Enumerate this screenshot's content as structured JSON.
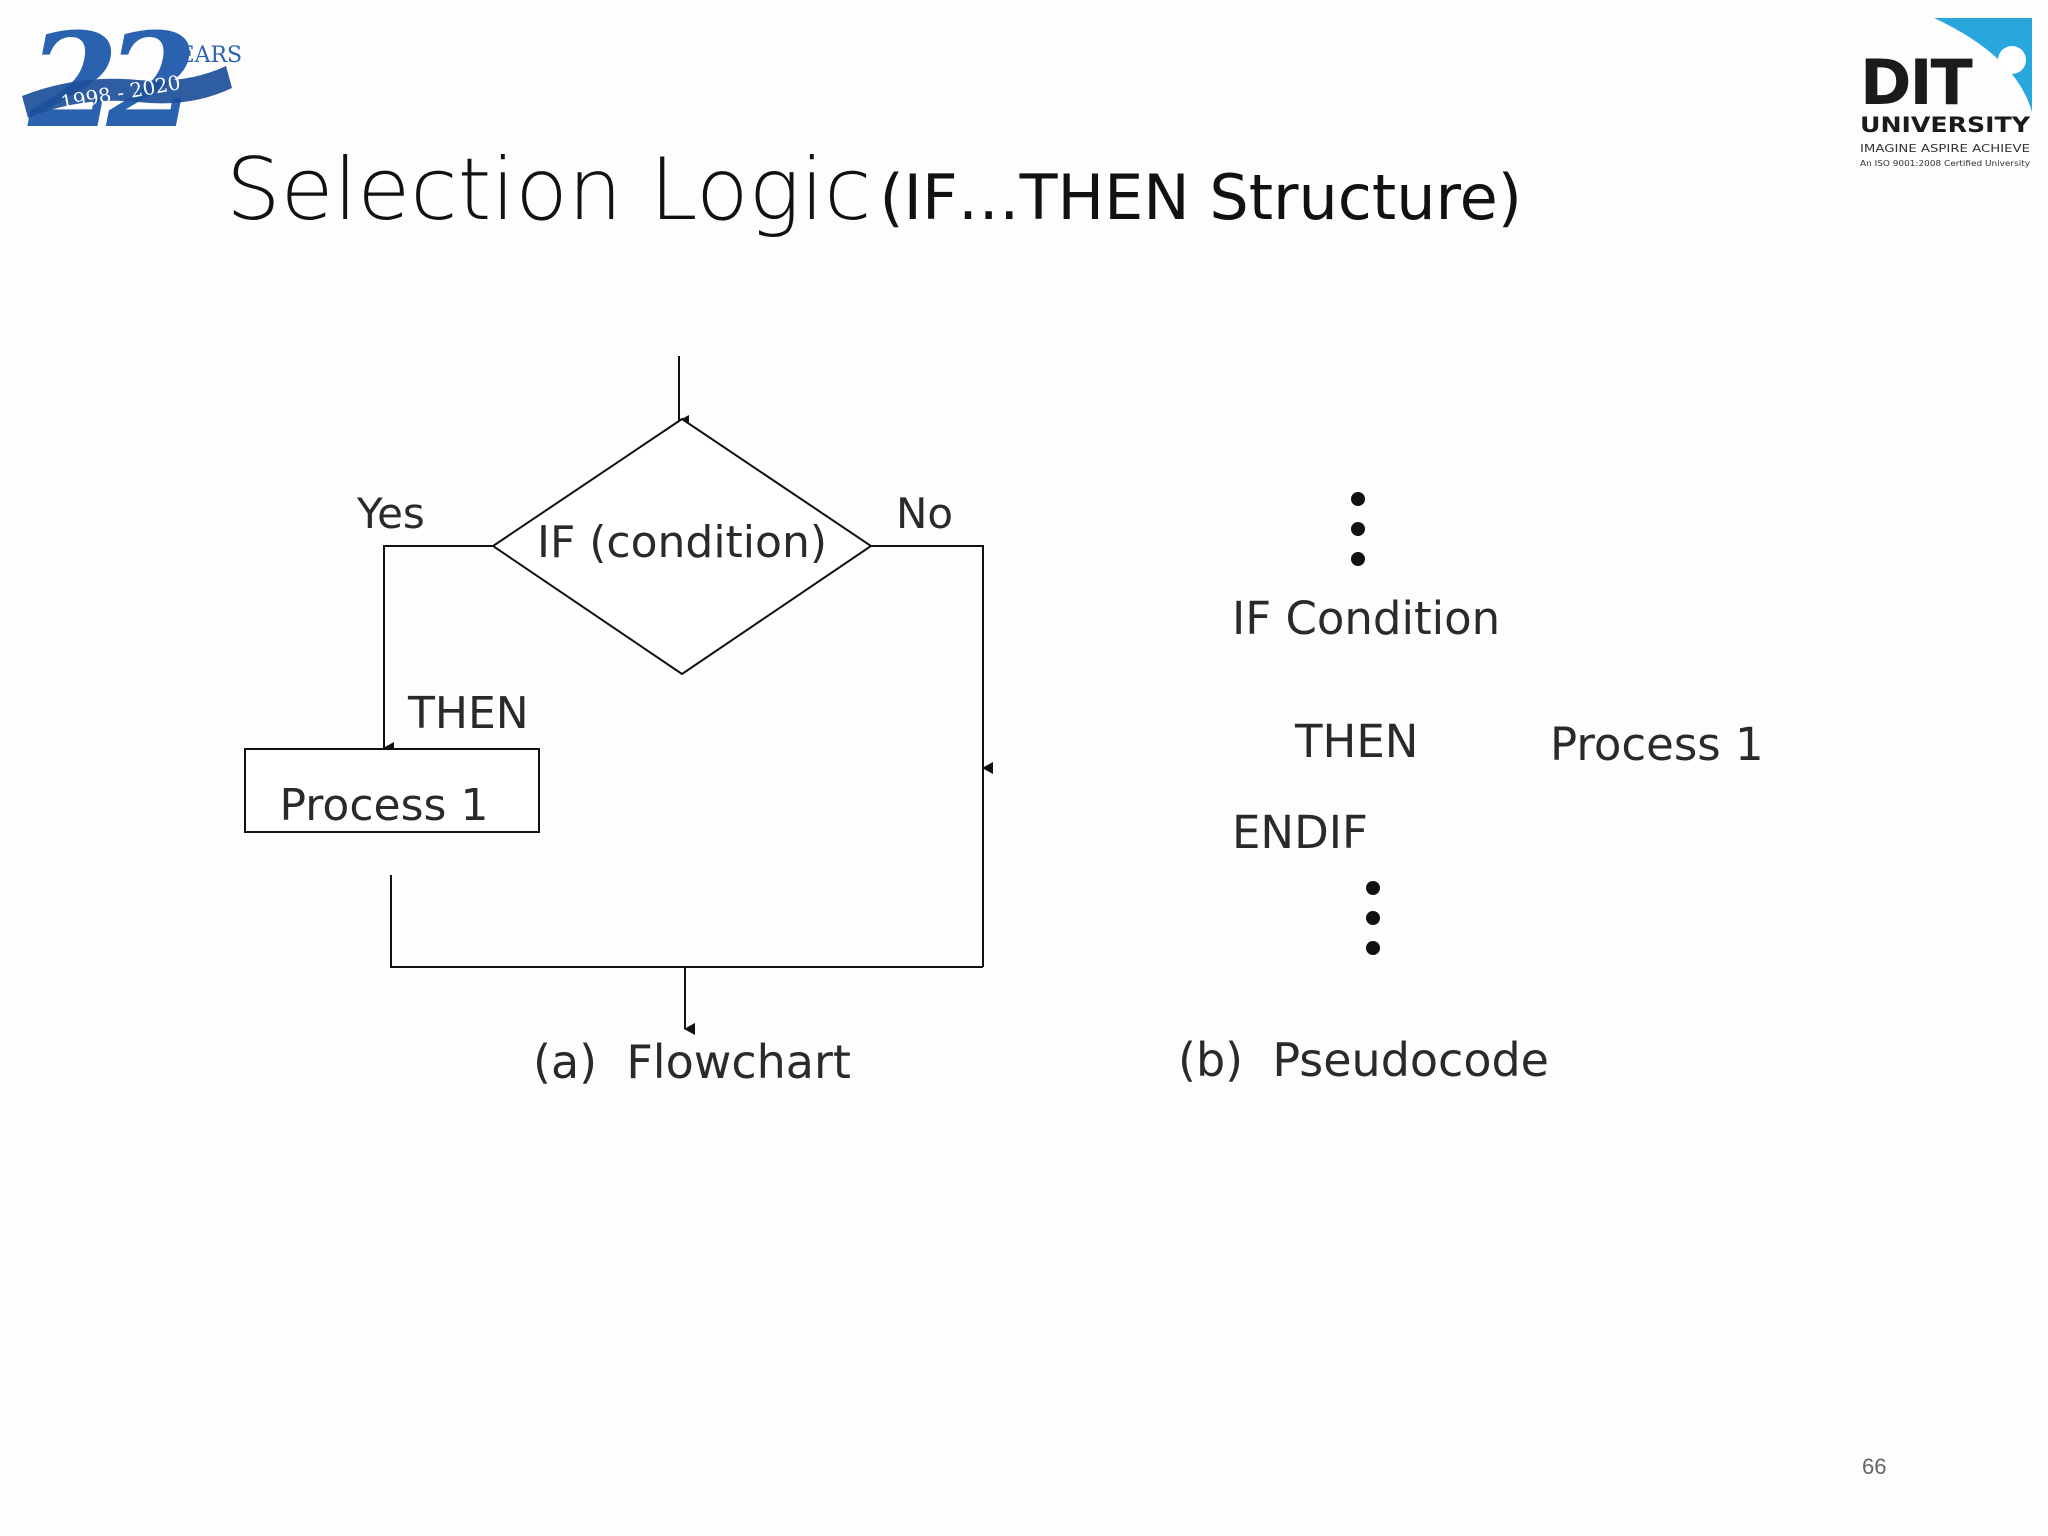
{
  "slide": {
    "title_main": "Selection Logic",
    "title_sub": "(IF…THEN Structure)",
    "page_number": "66"
  },
  "anniversary_logo": {
    "numerals": "22",
    "years": "YEARS",
    "range": "1998 - 2020"
  },
  "university_logo": {
    "name": "DIT",
    "subtitle": "UNIVERSITY",
    "tagline": "IMAGINE ASPIRE ACHIEVE",
    "certification": "An ISO 9001:2008 Certified University"
  },
  "flowchart": {
    "condition": "IF (condition)",
    "yes_label": "Yes",
    "no_label": "No",
    "then_label": "THEN",
    "process": "Process 1",
    "caption": "(a)  Flowchart"
  },
  "pseudocode": {
    "line_if": "IF Condition",
    "line_then": "THEN",
    "line_process": "Process 1",
    "line_endif": "ENDIF",
    "caption": "(b)  Pseudocode"
  },
  "colors": {
    "logo_blue": "#2a62b0",
    "logo_dark": "#1d3f7a",
    "dit_black": "#1b1b1b",
    "dit_cyan": "#28a7dd"
  }
}
